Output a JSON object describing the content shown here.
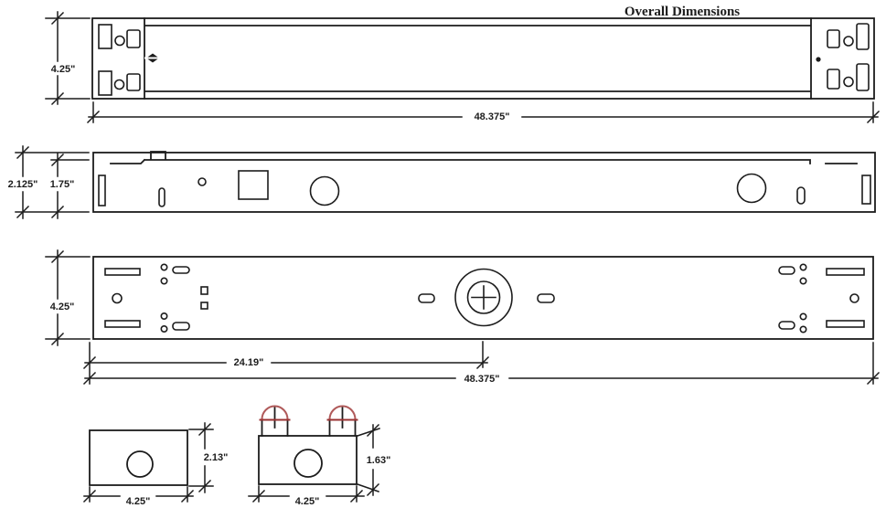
{
  "title": "Overall Dimensions",
  "colors": {
    "line": "#1c1c1c",
    "background": "#ffffff",
    "lamp_dome": "#b05a5a",
    "lamp_base_line": "#993333"
  },
  "dims": {
    "top_height": "4.25\"",
    "top_length": "48.375\"",
    "side_overall_height": "2.125\"",
    "side_body_height": "1.75\"",
    "bottom_height": "4.25\"",
    "bottom_center_distance": "24.19\"",
    "bottom_length": "48.375\"",
    "end_left_height": "2.13\"",
    "end_left_width": "4.25\"",
    "end_right_height": "1.63\"",
    "end_right_width": "4.25\""
  }
}
